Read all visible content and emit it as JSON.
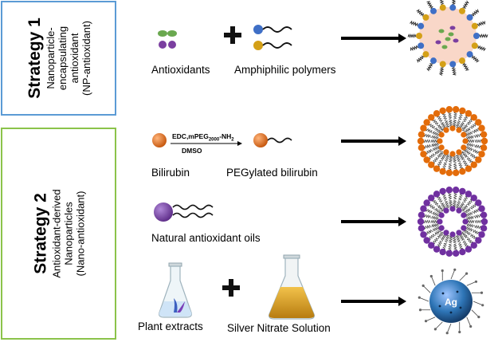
{
  "strategy1": {
    "title": "Strategy 1",
    "desc": [
      "Nanoparticle-",
      "encapsulating",
      "antioxidant",
      "(NP-antioxidant)"
    ]
  },
  "strategy2": {
    "title": "Strategy 2",
    "desc": [
      "Antioxidant-derived",
      "Nanoparticles",
      "(Nano-antioxidant)"
    ]
  },
  "labels": {
    "antioxidants": "Antioxidants",
    "amphiphilic": "Amphiphilic polymers",
    "bilirubin": "Bilirubin",
    "pegylated": "PEGylated bilirubin",
    "natural_oils": "Natural antioxidant oils",
    "plant_extracts": "Plant extracts",
    "silver_nitrate": "Silver Nitrate Solution",
    "ag": "Ag"
  },
  "reaction": {
    "above_prefix": "EDC,mPEG",
    "above_sub": "2000",
    "above_suffix": "-NH",
    "above_sub2": "2",
    "below": "DMSO"
  },
  "colors": {
    "box1_border": "#5b9bd5",
    "box2_border": "#8bc34a",
    "antioxidant_green": "#6aa84f",
    "antioxidant_purple": "#7b3fa0",
    "polymer_blue": "#3f6fc6",
    "polymer_gold": "#d4a017",
    "bilirubin_orange": "#e36c0a",
    "oil_purple": "#7030a0",
    "nanoparticle_core": "#f9d7c8",
    "silver_blue": "#2e75b6"
  }
}
